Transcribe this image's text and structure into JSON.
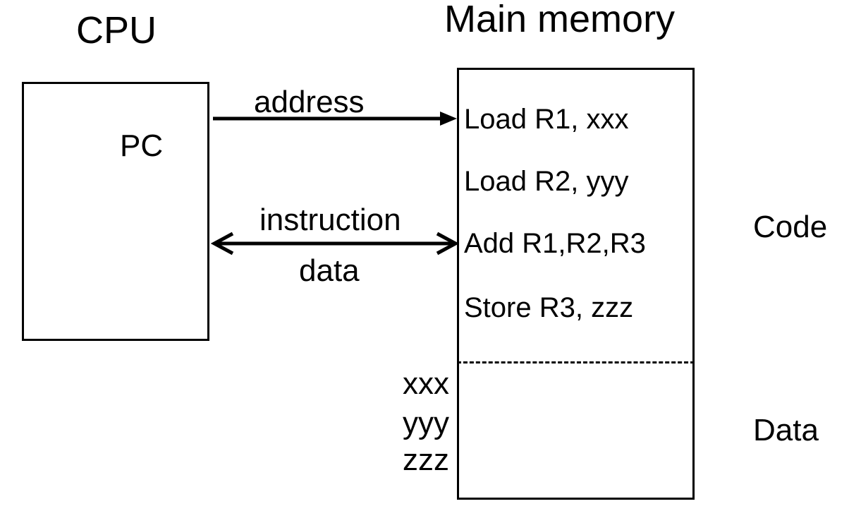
{
  "diagram": {
    "title_cpu": "CPU",
    "title_memory": "Main memory",
    "cpu": {
      "register_label": "PC"
    },
    "memory": {
      "code_lines": [
        "Load R1, xxx",
        "Load R2, yyy",
        "Add R1,R2,R3",
        "Store R3, zzz"
      ],
      "operand_labels": [
        "xxx",
        "yyy",
        "zzz"
      ],
      "region_labels": [
        "Code",
        "Data"
      ]
    },
    "buses": [
      {
        "label": "address",
        "direction": "cpu-to-memory"
      },
      {
        "label_top": "instruction",
        "label_bottom": "data",
        "direction": "bidirectional"
      }
    ],
    "bus_labels": {
      "address": "address",
      "instruction": "instruction",
      "data": "data"
    },
    "colors": {
      "stroke": "#000000",
      "background": "#ffffff"
    }
  }
}
